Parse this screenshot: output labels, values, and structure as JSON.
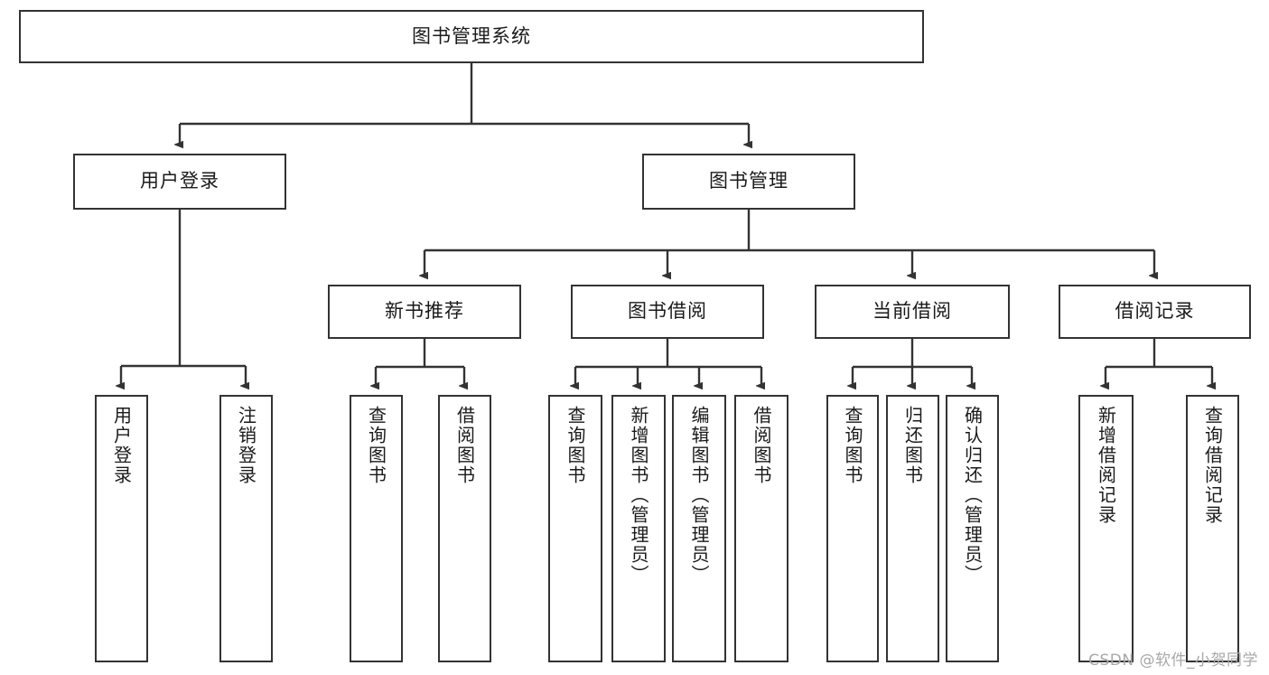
{
  "diagram": {
    "title": "图书管理系统",
    "type": "tree",
    "colors": {
      "box_border": "#333333",
      "box_fill": "#ffffff",
      "edge": "#333333",
      "text": "#1a1a1a",
      "watermark": "#a8a8a8"
    },
    "root": {
      "label": "图书管理系统"
    },
    "level2": [
      {
        "label": "用户登录"
      },
      {
        "label": "图书管理"
      }
    ],
    "level3": [
      {
        "label": "新书推荐"
      },
      {
        "label": "图书借阅"
      },
      {
        "label": "当前借阅"
      },
      {
        "label": "借阅记录"
      }
    ],
    "leaves": {
      "user_login": [
        {
          "label": "用户登录"
        },
        {
          "label": "注销登录"
        }
      ],
      "new_book_recommend": [
        {
          "label": "查询图书"
        },
        {
          "label": "借阅图书"
        }
      ],
      "book_borrow": [
        {
          "label": "查询图书"
        },
        {
          "label": "新增图书（管理员）"
        },
        {
          "label": "编辑图书（管理员）"
        },
        {
          "label": "借阅图书"
        }
      ],
      "current_borrow": [
        {
          "label": "查询图书"
        },
        {
          "label": "归还图书"
        },
        {
          "label": "确认归还（管理员）"
        }
      ],
      "borrow_record": [
        {
          "label": "新增借阅记录"
        },
        {
          "label": "查询借阅记录"
        }
      ]
    },
    "watermark": "CSDN @软件_小贺同学"
  }
}
